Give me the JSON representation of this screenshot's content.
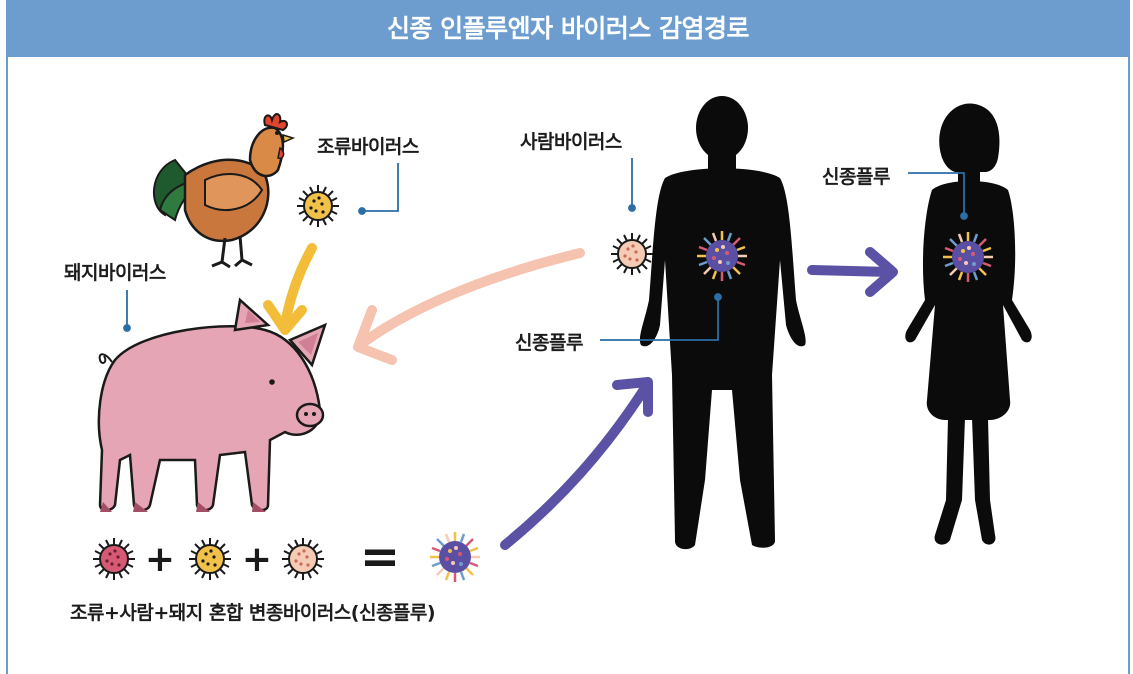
{
  "header": {
    "title": "신종 인플루엔자 바이러스 감염경로"
  },
  "labels": {
    "bird_virus": "조류바이러스",
    "human_virus": "사람바이러스",
    "pig_virus": "돼지바이러스",
    "new_flu_man": "신종플루",
    "new_flu_woman": "신종플루"
  },
  "equation": {
    "caption": "조류+사람+돼지 혼합 변종바이러스(신종플루)",
    "plus": "+",
    "equals": "="
  },
  "colors": {
    "header": "#6d9dce",
    "pig": "#e6a5b5",
    "bird_virus": "#f2c14a",
    "human_virus": "#f6cbb6",
    "pig_virus": "#d65a74",
    "new_flu": "#5a4fa3",
    "arrow_bird": "#f3bd3a",
    "arrow_human": "#f6c3b0",
    "arrow_flu": "#5b52a5",
    "pointer": "#2b6ea6"
  },
  "icons": [
    "rooster-icon",
    "pig-icon",
    "man-silhouette-icon",
    "woman-silhouette-icon",
    "virus-icon"
  ]
}
